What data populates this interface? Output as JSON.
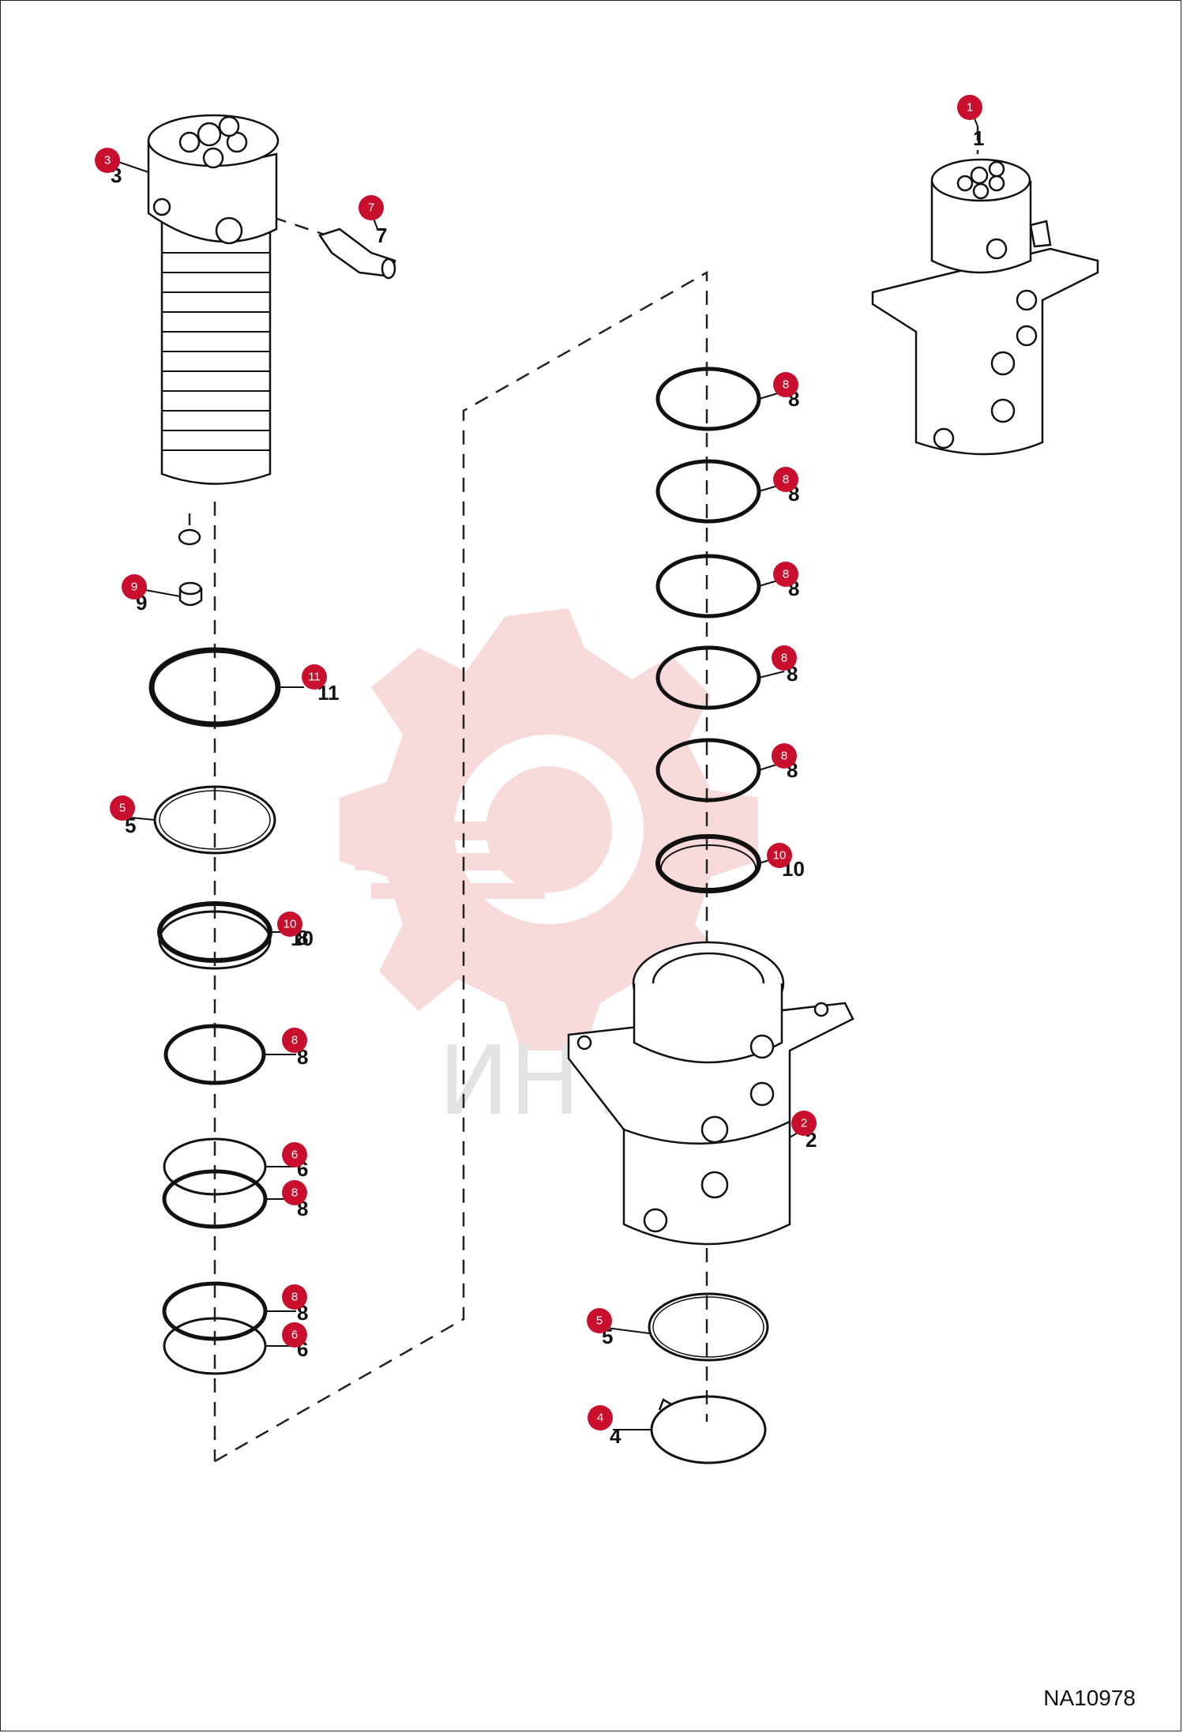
{
  "figure_id": "NA10978",
  "watermark_text": "ИНТЕ",
  "accent_color": "#c8102e",
  "callouts": [
    {
      "id": "c1",
      "label": "1"
    },
    {
      "id": "c2",
      "label": "2"
    },
    {
      "id": "c3",
      "label": "3"
    },
    {
      "id": "c4",
      "label": "4"
    },
    {
      "id": "c5a",
      "label": "5"
    },
    {
      "id": "c5b",
      "label": "5"
    },
    {
      "id": "c6a",
      "label": "6"
    },
    {
      "id": "c6b",
      "label": "6"
    },
    {
      "id": "c7",
      "label": "7"
    },
    {
      "id": "c8a",
      "label": "8"
    },
    {
      "id": "c8b",
      "label": "8"
    },
    {
      "id": "c8c",
      "label": "8"
    },
    {
      "id": "c8d",
      "label": "8"
    },
    {
      "id": "c8e",
      "label": "8"
    },
    {
      "id": "c8f",
      "label": "8"
    },
    {
      "id": "c8g",
      "label": "8"
    },
    {
      "id": "c8h",
      "label": "8"
    },
    {
      "id": "c8i",
      "label": "8"
    },
    {
      "id": "c9",
      "label": "9"
    },
    {
      "id": "c10a",
      "label": "10"
    },
    {
      "id": "c10b",
      "label": "10"
    },
    {
      "id": "c11",
      "label": "11"
    }
  ]
}
